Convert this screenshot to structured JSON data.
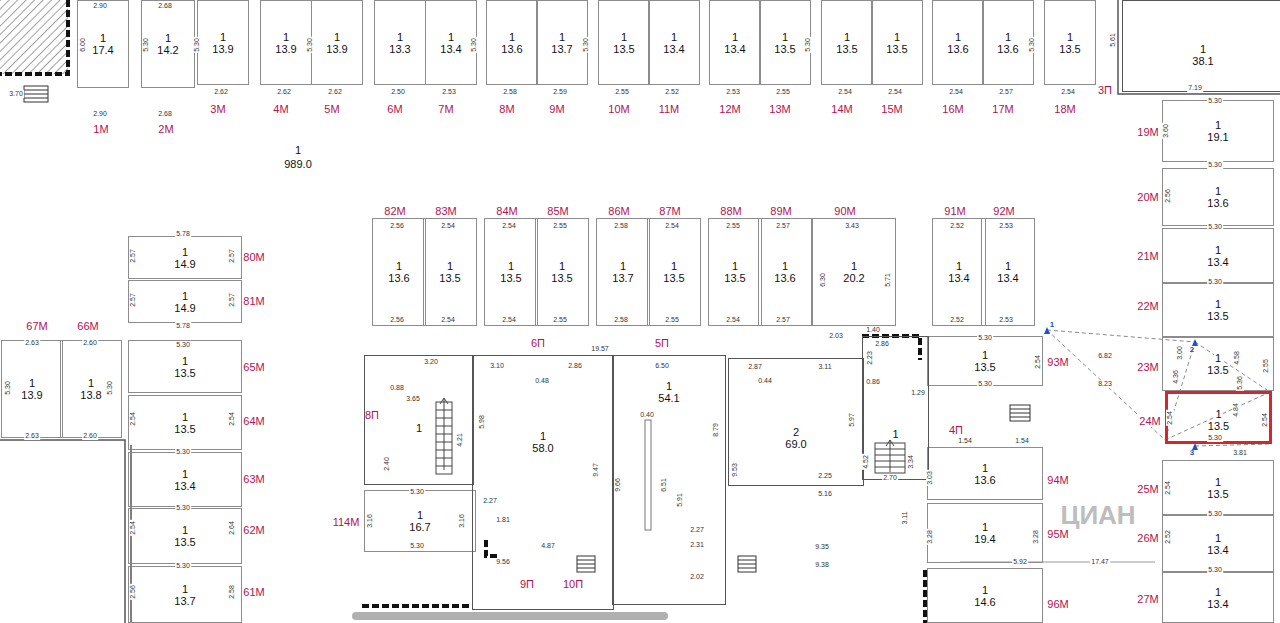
{
  "diagram": {
    "nodes": [
      {
        "text": [
          "1",
          "17.4",
          "1М"
        ]
      },
      {
        "text": [
          "1",
          "14.2",
          "2М"
        ]
      },
      {
        "text": [
          "1",
          "13.9",
          "3М"
        ]
      },
      {
        "text": [
          "1",
          "13.9",
          "4М"
        ]
      },
      {
        "text": [
          "1",
          "13.9",
          "5М"
        ]
      },
      {
        "text": [
          "1",
          "13.3",
          "6М"
        ]
      },
      {
        "text": [
          "1",
          "13.4",
          "7М"
        ]
      },
      {
        "text": [
          "1",
          "13.6",
          "8М"
        ]
      },
      {
        "text": [
          "1",
          "13.7",
          "9М"
        ]
      },
      {
        "text": [
          "1",
          "13.5",
          "10М"
        ]
      },
      {
        "text": [
          "1",
          "13.4",
          "11М"
        ]
      },
      {
        "text": [
          "1",
          "13.4",
          "12М"
        ]
      },
      {
        "text": [
          "1",
          "13.5",
          "13М"
        ]
      },
      {
        "text": [
          "1",
          "13.5",
          "14М"
        ]
      },
      {
        "text": [
          "1",
          "13.5",
          "15М"
        ]
      },
      {
        "text": [
          "1",
          "13.6",
          "16М"
        ]
      },
      {
        "text": [
          "1",
          "13.6",
          "17М"
        ]
      },
      {
        "text": [
          "1",
          "13.5",
          "18М"
        ]
      },
      {
        "text": [
          "1",
          "38.1"
        ]
      },
      {
        "text": [
          "19М",
          "1",
          "19.1"
        ]
      },
      {
        "text": [
          "20М",
          "1",
          "13.6"
        ]
      },
      {
        "text": [
          "21М",
          "1",
          "13.4"
        ]
      },
      {
        "text": [
          "22М",
          "1",
          "13.5"
        ]
      },
      {
        "text": [
          "23М",
          "1",
          "13.5"
        ]
      },
      {
        "text": [
          "24М",
          "1",
          "13.5"
        ]
      },
      {
        "text": [
          "25М",
          "1",
          "13.5"
        ]
      },
      {
        "text": [
          "26М",
          "1",
          "13.4"
        ]
      },
      {
        "text": [
          "27М",
          "1",
          "13.4"
        ]
      },
      {
        "text": [
          "82М",
          "1",
          "13.6"
        ]
      },
      {
        "text": [
          "83М",
          "1",
          "13.5"
        ]
      },
      {
        "text": [
          "84М",
          "1",
          "13.5"
        ]
      },
      {
        "text": [
          "85М",
          "1",
          "13.5"
        ]
      },
      {
        "text": [
          "86М",
          "1",
          "13.7"
        ]
      },
      {
        "text": [
          "87М",
          "1",
          "13.5"
        ]
      },
      {
        "text": [
          "88М",
          "1",
          "13.5"
        ]
      },
      {
        "text": [
          "89М",
          "1",
          "13.6"
        ]
      },
      {
        "text": [
          "90М",
          "1",
          "20.2"
        ]
      },
      {
        "text": [
          "91М",
          "1",
          "13.4"
        ]
      },
      {
        "text": [
          "92М",
          "1",
          "13.4"
        ]
      },
      {
        "text": [
          "1",
          "14.9",
          "80М"
        ]
      },
      {
        "text": [
          "1",
          "14.9",
          "81М"
        ]
      },
      {
        "text": [
          "1",
          "13.5",
          "65М"
        ]
      },
      {
        "text": [
          "1",
          "13.5",
          "64М"
        ]
      },
      {
        "text": [
          "1",
          "13.4",
          "63М"
        ]
      },
      {
        "text": [
          "1",
          "13.5",
          "62М"
        ]
      },
      {
        "text": [
          "1",
          "13.7",
          "61М"
        ]
      },
      {
        "text": [
          "67М",
          "1",
          "13.9"
        ]
      },
      {
        "text": [
          "66М",
          "1",
          "13.8"
        ]
      },
      {
        "text": [
          "1",
          "13.5",
          "93М"
        ]
      },
      {
        "text": [
          "1",
          "13.6",
          "94М"
        ]
      },
      {
        "text": [
          "1",
          "19.4",
          "95М"
        ]
      },
      {
        "text": [
          "1",
          "14.6",
          "96М"
        ]
      },
      {
        "text": [
          "114М",
          "1",
          "16.7"
        ]
      },
      {
        "text": [
          "1",
          "58.0"
        ]
      },
      {
        "text": [
          "1",
          "54.1"
        ]
      },
      {
        "text": [
          "2",
          "69.0"
        ]
      },
      {
        "text": [
          "1"
        ]
      },
      {
        "text": [
          "1"
        ]
      }
    ],
    "labels": [
      "1",
      "989.0",
      "3П",
      "6П",
      "5П",
      "4П",
      "8П",
      "9П",
      "10П",
      "2.90",
      "2.68",
      "6.00",
      "5.30",
      "3.70",
      "2.90",
      "2.68",
      "2.62",
      "2.62",
      "2.62",
      "2.50",
      "2.53",
      "2.58",
      "2.59",
      "2.55",
      "2.52",
      "2.53",
      "2.55",
      "2.54",
      "2.54",
      "2.54",
      "2.57",
      "2.54",
      "5.30",
      "5.30",
      "5.30",
      "5.30",
      "5.30",
      "5.30",
      "5.61",
      "7.19",
      "5.30",
      "3.60",
      "5.30",
      "2.56",
      "5.30",
      "5.30",
      "2.55",
      "6.82",
      "8.23",
      "3.00",
      "4.36",
      "4.58",
      "5.36",
      "4.84",
      "2.54",
      "2.54",
      "5.30",
      "3.81",
      "2.54",
      "5.30",
      "2.52",
      "5.30",
      "17.47",
      "5.92",
      "2.56",
      "2.54",
      "2.54",
      "2.55",
      "2.58",
      "2.54",
      "2.55",
      "2.57",
      "3.43",
      "2.52",
      "2.53",
      "2.56",
      "2.54",
      "2.54",
      "2.55",
      "2.58",
      "2.55",
      "2.54",
      "2.57",
      "2.03",
      "2.52",
      "2.53",
      "6.30",
      "5.71",
      "5.78",
      "2.57",
      "2.57",
      "2.57",
      "2.57",
      "5.78",
      "5.30",
      "2.54",
      "2.54",
      "5.30",
      "5.30",
      "2.54",
      "2.64",
      "5.30",
      "2.56",
      "2.58",
      "2.63",
      "2.60",
      "5.30",
      "5.30",
      "2.63",
      "2.60",
      "19.57",
      "3.10",
      "2.86",
      "0.48",
      "6.50",
      "5.98",
      "9.47",
      "2.27",
      "1.81",
      "4.87",
      "9.56",
      "0.40",
      "9.66",
      "6.51",
      "5.91",
      "8.79",
      "2.27",
      "2.31",
      "2.02",
      "2.87",
      "3.11",
      "0.44",
      "9.53",
      "2.25",
      "5.16",
      "9.35",
      "9.38",
      "3.11",
      "3.20",
      "0.88",
      "3.65",
      "4.21",
      "2.40",
      "1.40",
      "2.86",
      "2.23",
      "0.86",
      "1.29",
      "5.97",
      "4.52",
      "3.34",
      "2.70",
      "5.30",
      "3.16",
      "3.16",
      "5.30",
      "5.30",
      "2.54",
      "5.30",
      "1.54",
      "1.54",
      "3.03",
      "3.28",
      "3.28",
      "1",
      "2",
      "3",
      "ЦИАН"
    ]
  }
}
